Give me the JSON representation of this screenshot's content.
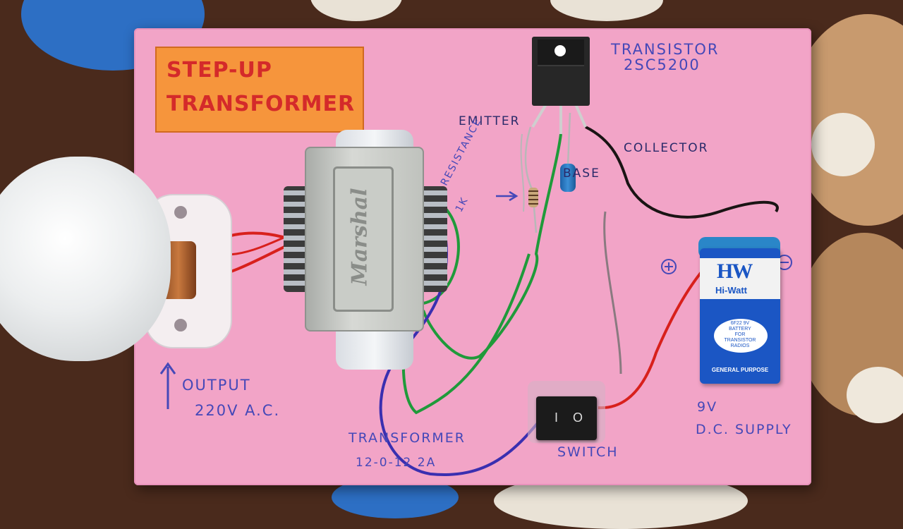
{
  "title": [
    "STEP-UP",
    "TRANSFORMER"
  ],
  "labels": {
    "transistor": [
      "TRANSISTOR",
      "2SC5200"
    ],
    "emitter": "EMITTER",
    "collector": "COLLECTOR",
    "base": "BASE",
    "resistance": [
      "1K",
      "RESISTANCE"
    ],
    "output": [
      "OUTPUT",
      "220V A.C."
    ],
    "transformer": [
      "TRANSFORMER",
      "12-0-12 2A"
    ],
    "switch": "SWITCH",
    "supply": [
      "9V",
      "D.C. SUPPLY"
    ]
  },
  "transformer_brand": "Marshal",
  "battery": {
    "logo": "HW",
    "brand": "Hi-Watt",
    "spec": [
      "6F22 9V",
      "BATTERY",
      "FOR",
      "TRANSISTOR",
      "RADIOS"
    ],
    "type": "GENERAL PURPOSE"
  },
  "switch_symbols": [
    "I",
    "O"
  ],
  "colors": {
    "board": "#f2a4c7",
    "title_card": "#f6953c",
    "title_text": "#d42a2a",
    "ink": "#4548b8",
    "wire_red": "#d8201c",
    "wire_green": "#1f9a3a",
    "wire_blue": "#3a2fb0",
    "wire_black": "#1a1414",
    "battery_blue": "#1b56c4"
  }
}
